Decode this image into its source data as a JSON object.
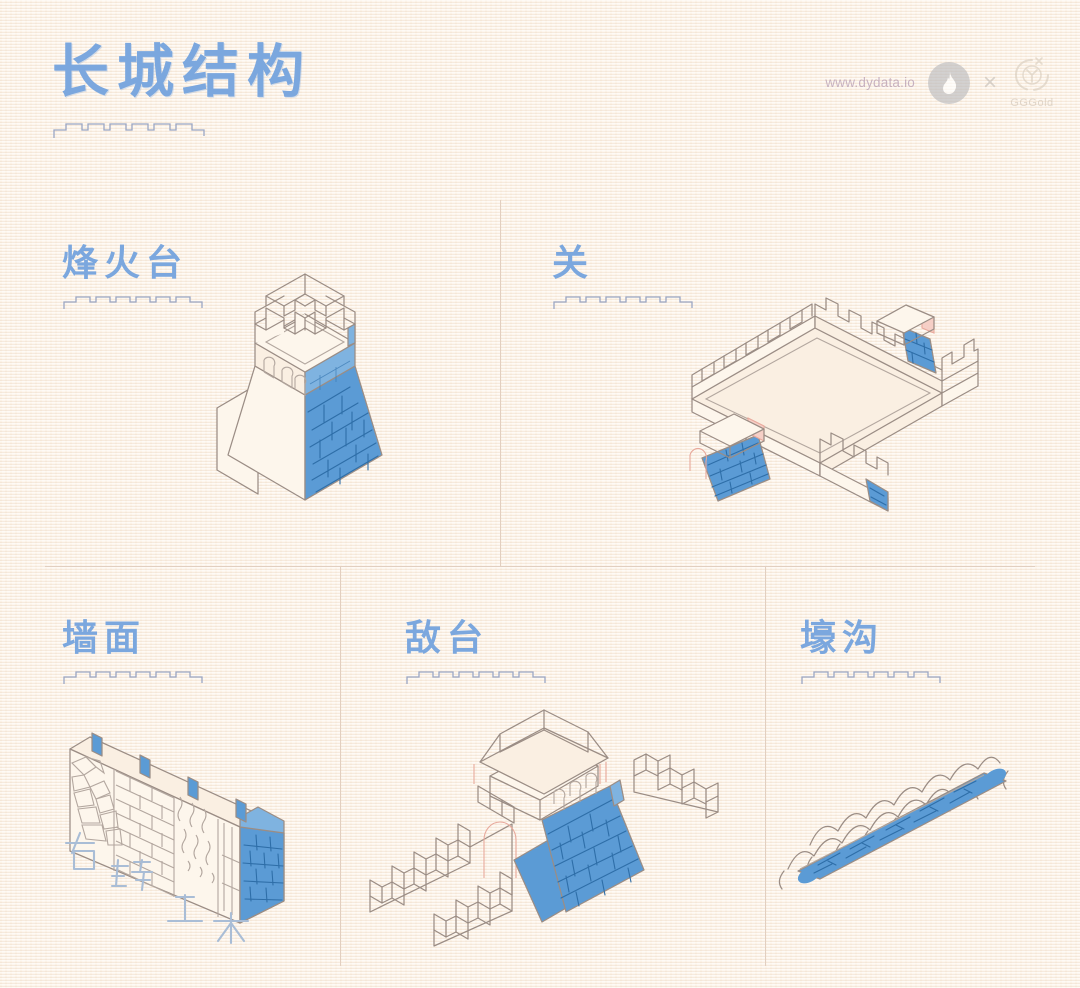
{
  "header": {
    "title": "长城结构",
    "brand_url": "www.dydata.io",
    "brand_separator": "×",
    "brand_partner": "GGGold",
    "logo_icon": "flame-logo-icon",
    "partner_icon": "gggold-logo-icon"
  },
  "colors": {
    "background": "#fbf2e6",
    "title_blue": "#7ba7de",
    "fill_blue": "#5b9bd5",
    "mortar_blue": "#2e6ea8",
    "outline": "#9b8d85",
    "divider": "#e2cfc0",
    "accent_pink": "#f6cfc6",
    "brand_purple": "#a98ba8"
  },
  "panels": [
    {
      "id": "beacon-tower",
      "title": "烽火台",
      "art": "isometric-beacon-tower",
      "description": "锥形台体，顶部雉堞，左侧面三个拱形窗洞，右侧面蓝色砖砌"
    },
    {
      "id": "pass",
      "title": "关",
      "art": "isometric-fortified-pass",
      "description": "方形关城，四周雉堞城墙，两座蓝色基座门楼带粉色屋顶"
    },
    {
      "id": "wall-face",
      "title": "墙面",
      "art": "isometric-wall-cross-section",
      "description": "墙体剖面显示四种筑墙材料"
    },
    {
      "id": "watchtower",
      "title": "敌台",
      "art": "isometric-watchtower",
      "description": "蓝色台基上建有坡屋顶房屋，两侧延伸雉堞墙"
    },
    {
      "id": "moat",
      "title": "壕沟",
      "art": "isometric-moat-trench",
      "description": "斜向蓝色沟渠，两侧弧形土丘"
    }
  ],
  "wall_materials": [
    {
      "label": "石",
      "meaning": "stone",
      "texture": "irregular-rubble"
    },
    {
      "label": "砖",
      "meaning": "brick",
      "texture": "running-bond"
    },
    {
      "label": "土",
      "meaning": "earth",
      "texture": "rammed-earth-speckle"
    },
    {
      "label": "木",
      "meaning": "wood",
      "texture": "vertical-planks"
    }
  ]
}
